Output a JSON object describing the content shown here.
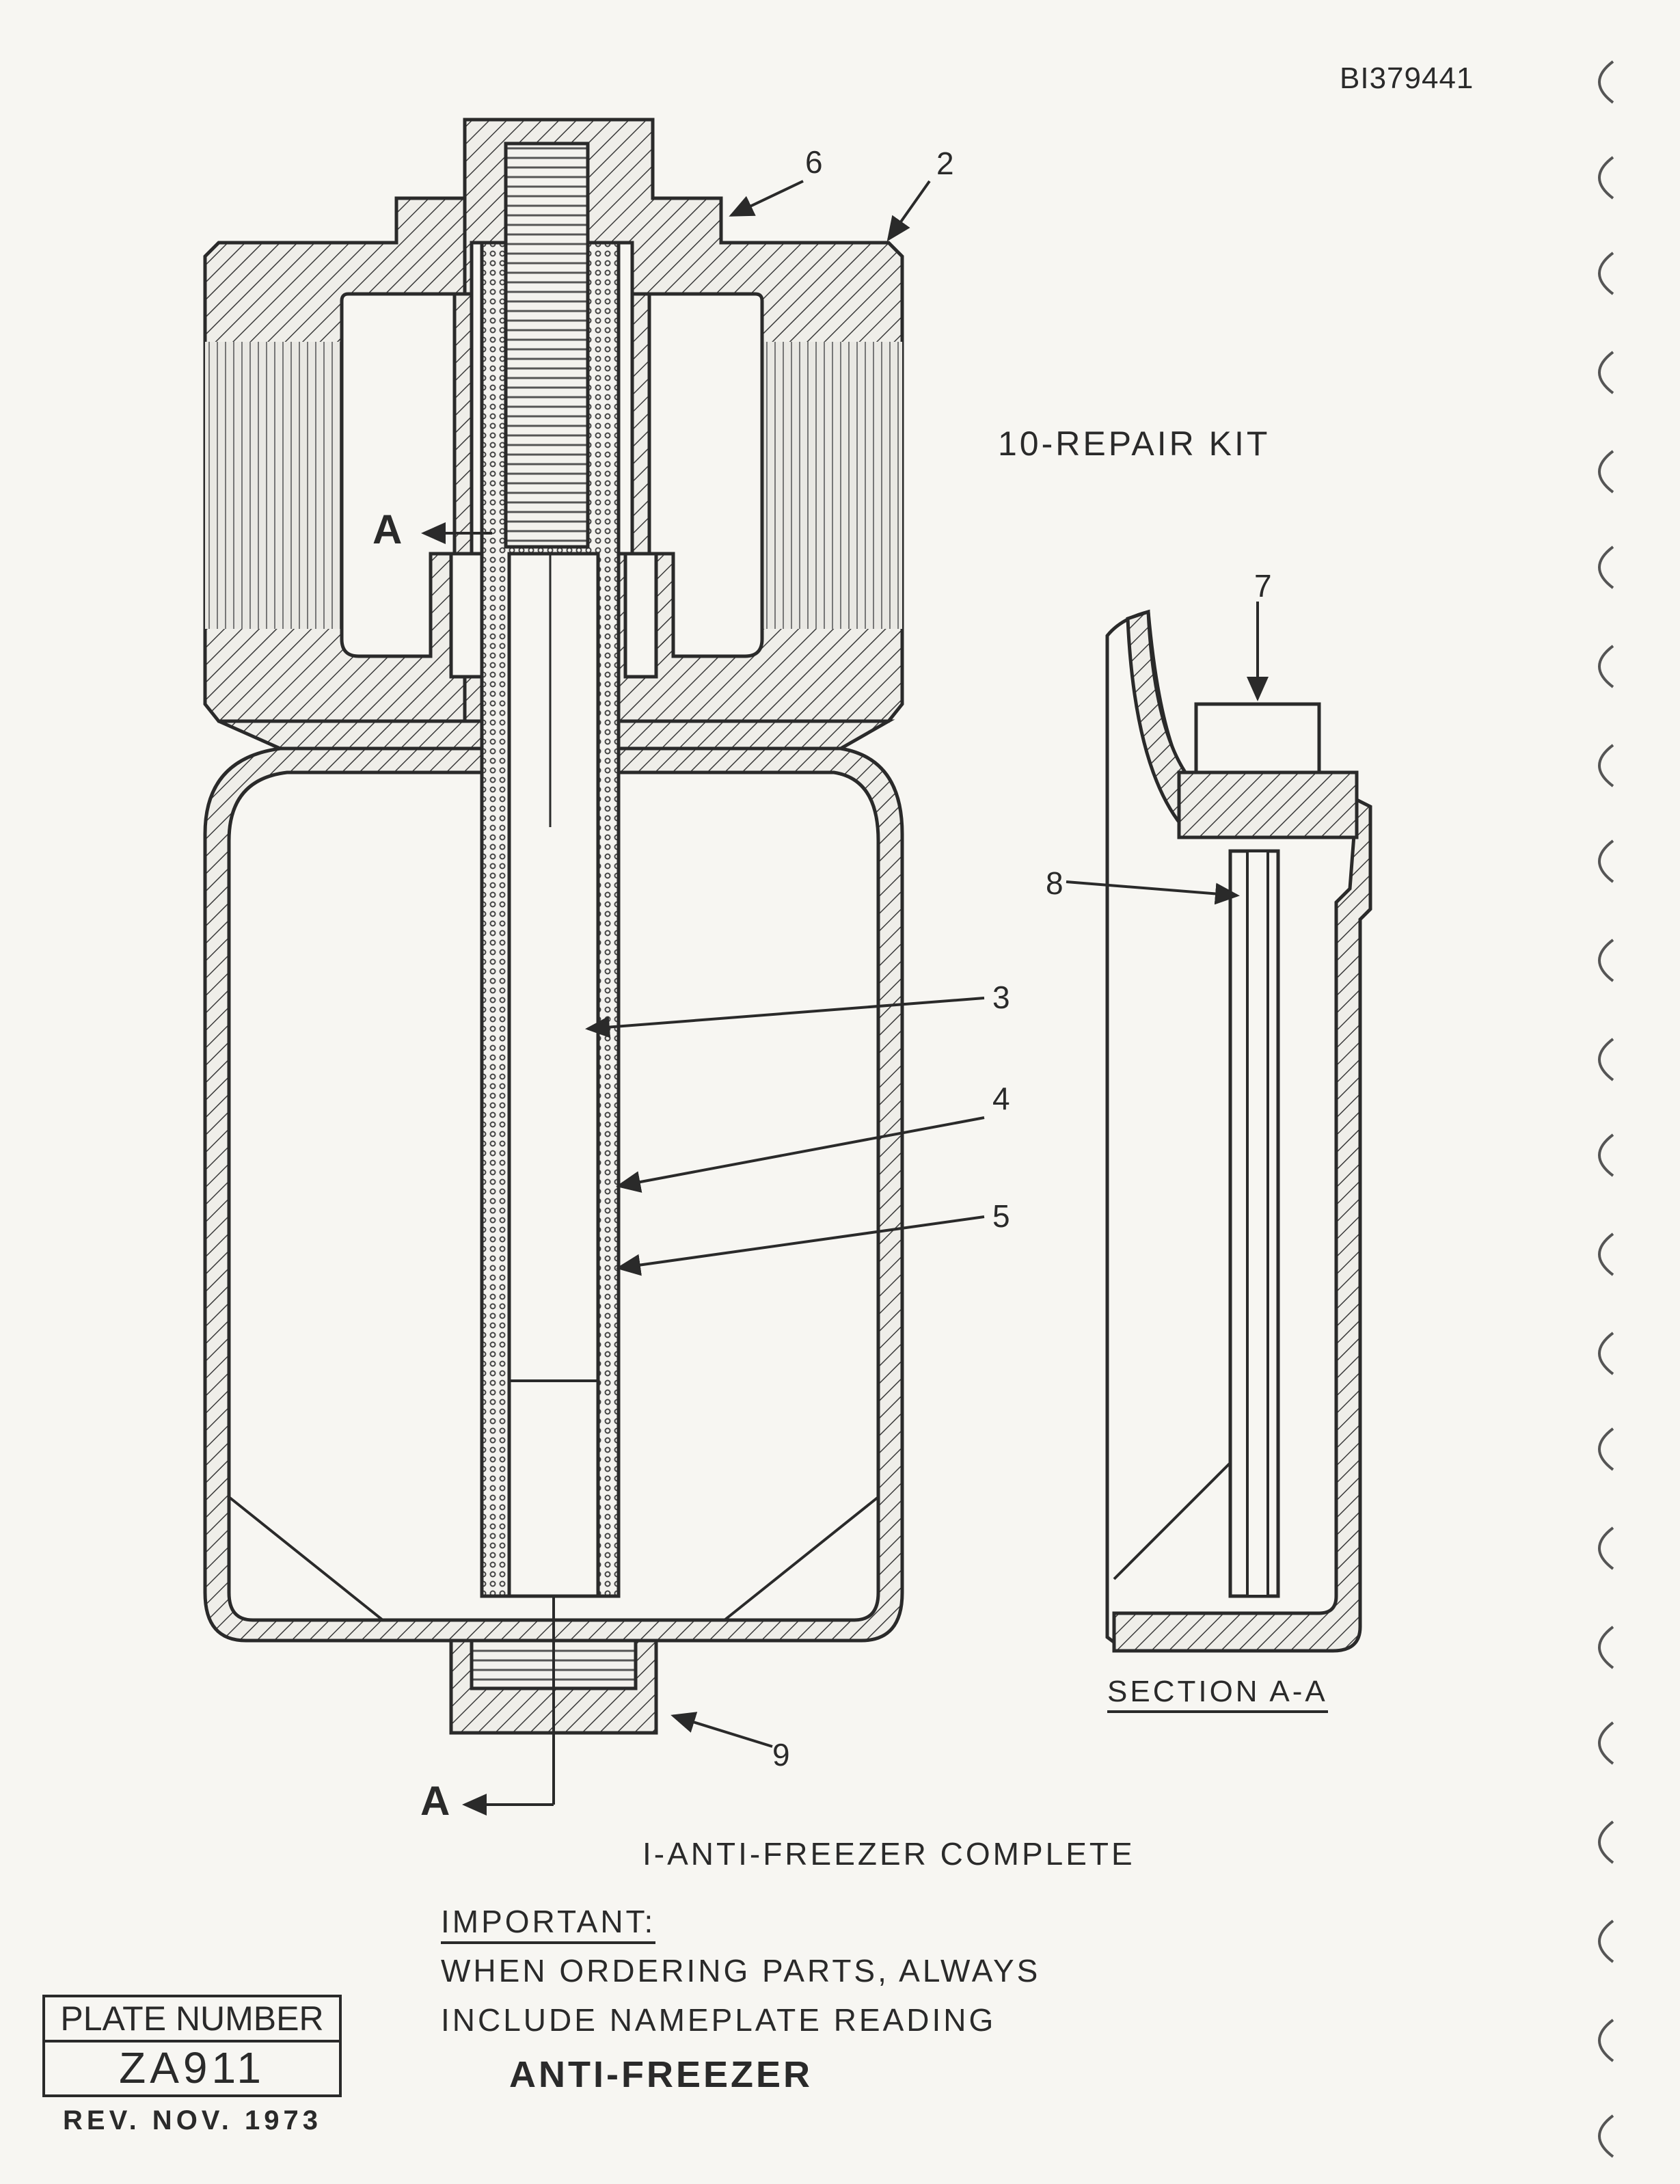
{
  "document_id": "BI379441",
  "callouts": {
    "n2": "2",
    "n3": "3",
    "n4": "4",
    "n5": "5",
    "n6": "6",
    "n7": "7",
    "n8": "8",
    "n9": "9",
    "section_top": "A",
    "section_bottom": "A"
  },
  "repair_kit": "10-REPAIR KIT",
  "section_label": "SECTION A-A",
  "assembly_label": "I-ANTI-FREEZER COMPLETE",
  "important": {
    "title": "IMPORTANT:",
    "line1": "WHEN ORDERING PARTS, ALWAYS",
    "line2": "INCLUDE NAMEPLATE READING",
    "name": "ANTI-FREEZER"
  },
  "plate": {
    "title": "PLATE NUMBER",
    "number": "ZA911"
  },
  "revision": "REV. NOV. 1973",
  "colors": {
    "ink": "#2a2a2a",
    "paper": "#f7f6f2"
  }
}
